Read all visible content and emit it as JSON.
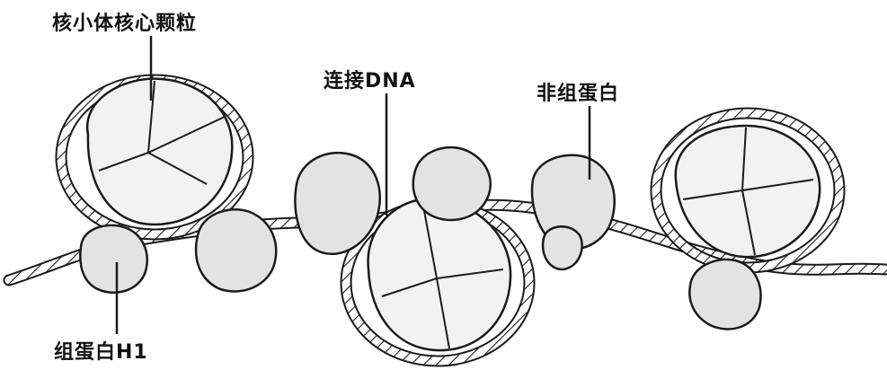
{
  "labels": {
    "core_particle": "核小体核心颗粒",
    "linker_dna": "连接DNA",
    "non_histone": "非组蛋白",
    "histone_h1": "组蛋白H1"
  },
  "colors": {
    "line": "#1a1a1a",
    "protein_fill": "#e3e3e3",
    "core_fill": "#f2f2f2",
    "background": "#ffffff"
  }
}
